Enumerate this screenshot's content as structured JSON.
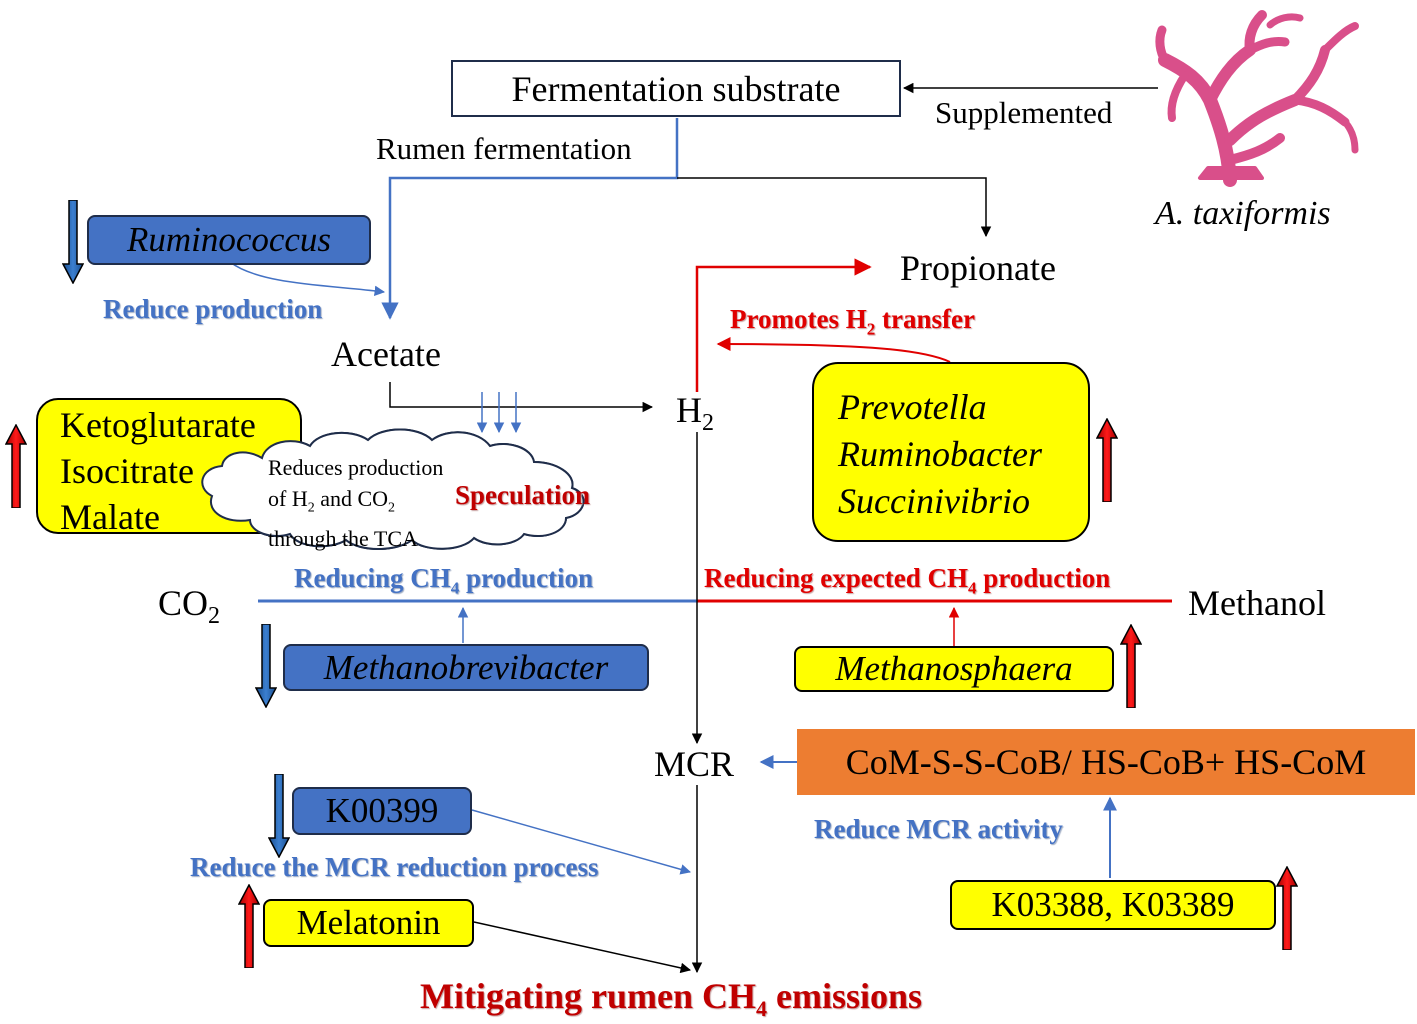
{
  "title": "Mitigating rumen CH4 emissions",
  "nodes": {
    "substrate": "Fermentation substrate",
    "seaweed_name": "A. taxiformis",
    "supplemented": "Supplemented",
    "rumen_fermentation": "Rumen fermentation",
    "propionate": "Propionate",
    "acetate": "Acetate",
    "h2_base": "H",
    "h2_sub": "2",
    "co2_base": "CO",
    "co2_sub": "2",
    "methanol": "Methanol",
    "mcr": "MCR",
    "cofactors": "CoM-S-S-CoB/ HS-CoB+ HS-CoM"
  },
  "boxes": {
    "ruminococcus": "Ruminococcus",
    "tca_lines": [
      "Ketoglutarate",
      "Isocitrate",
      "Malate"
    ],
    "bacteria_lines": [
      "Prevotella",
      "Ruminobacter",
      "Succinivibrio"
    ],
    "methanobrevibacter": "Methanobrevibacter",
    "methanosphaera": "Methanosphaera",
    "k00399": "K00399",
    "melatonin": "Melatonin",
    "k03388": "K03388, K03389"
  },
  "cloud": {
    "line1": "Reduces production",
    "line2_a": "of  H",
    "line2_sub1": "2",
    "line2_b": " and CO",
    "line2_sub2": "2",
    "line3": "through the TCA"
  },
  "annotations": {
    "reduce_production": "Reduce production",
    "promotes_a": "Promotes H",
    "promotes_sub": "2",
    "promotes_b": " transfer",
    "speculation": "Speculation",
    "reducing_ch4_a": "Reducing CH",
    "reducing_ch4_sub": "4",
    "reducing_ch4_b": " production",
    "reducing_expected_a": "Reducing expected CH",
    "reducing_expected_sub": "4",
    "reducing_expected_b": " production",
    "reduce_mcr_activity": "Reduce MCR activity",
    "reduce_mcr_reduction": "Reduce the MCR reduction process",
    "mitigating_a": "Mitigating rumen CH",
    "mitigating_sub": "4",
    "mitigating_b": " emissions"
  },
  "icons": [
    "seaweed-icon",
    "down-arrow-icon",
    "up-arrow-icon",
    "cloud-shape"
  ],
  "colors": {
    "blue": "#4472c4",
    "red": "#e00000",
    "dark_red": "#c00000",
    "yellow": "#ffff00",
    "orange": "#ed7d31",
    "seaweed": "#d94f8a"
  }
}
